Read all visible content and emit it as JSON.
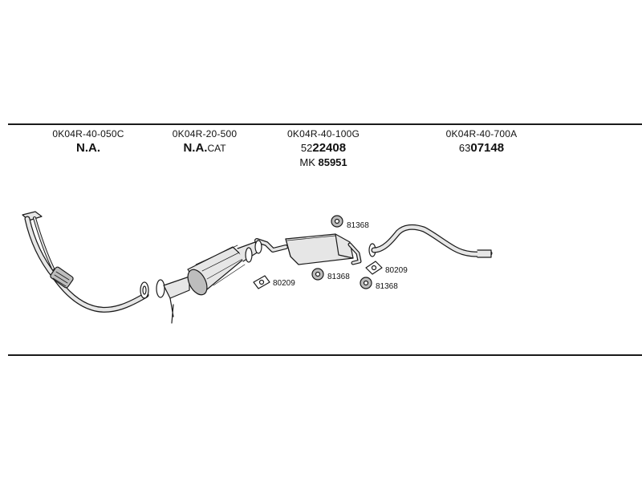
{
  "columns": [
    {
      "oe": "0K04R-40-050C",
      "label": "N.A.",
      "label_suffix": ""
    },
    {
      "oe": "0K04R-20-500",
      "label": "N.A.",
      "label_suffix": "CAT"
    },
    {
      "oe": "0K04R-40-100G",
      "prefix": "52",
      "number": "22408",
      "mk_prefix": "MK",
      "mk_number": "85951"
    },
    {
      "oe": "0K04R-40-700A",
      "prefix": "63",
      "number": "07148"
    }
  ],
  "callouts": [
    {
      "code": "81368"
    },
    {
      "code": "80209"
    },
    {
      "code": "81368"
    },
    {
      "code": "80209"
    },
    {
      "code": "81368"
    }
  ],
  "colors": {
    "line": "#1a1a1a",
    "part_fill": "#e6e6e6",
    "part_shade": "#bdbdbd"
  }
}
